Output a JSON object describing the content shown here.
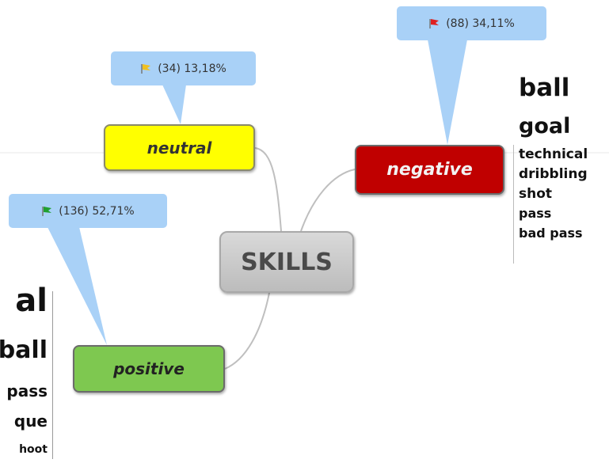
{
  "center": {
    "label": "SKILLS"
  },
  "branches": {
    "neutral": {
      "label": "neutral",
      "stat": "(34) 13,18%",
      "color": "#ffff00",
      "flag_color": "#f0c020",
      "flag_icon": "flag-icon"
    },
    "negative": {
      "label": "negative",
      "stat": "(88) 34,11%",
      "color": "#c00000",
      "flag_color": "#e02020",
      "flag_icon": "flag-icon",
      "keywords": [
        "ball",
        "goal",
        "technical",
        "dribbling",
        "shot",
        "pass",
        "bad pass"
      ]
    },
    "positive": {
      "label": "positive",
      "stat": "(136) 52,71%",
      "color": "#7ec850",
      "flag_color": "#20a030",
      "flag_icon": "flag-icon",
      "keywords": [
        "al",
        "ball",
        "pass",
        "que",
        "hoot"
      ]
    }
  },
  "callout_color": "#a9d1f7"
}
